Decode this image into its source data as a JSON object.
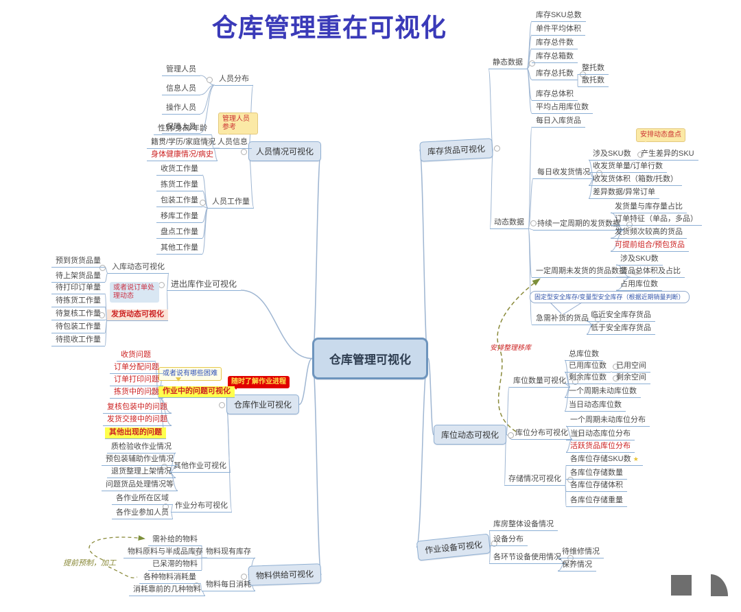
{
  "title": "仓库管理重在可视化",
  "map": {
    "center": "仓库管理可视化",
    "personnel": {
      "label": "人员情况可视化",
      "note": "管理人员参考",
      "distribution": {
        "label": "人员分布",
        "items": [
          "管理人员",
          "信息人员",
          "操作人员",
          "保障人员"
        ]
      },
      "info": {
        "label": "人员信息",
        "items": [
          "性别/身高/年龄",
          "籍贯/学历/家庭情况",
          "身体健康情况/病史"
        ]
      },
      "workload": {
        "label": "人员工作量",
        "items": [
          "收货工作量",
          "拣货工作量",
          "包装工作量",
          "移库工作量",
          "盘点工作量",
          "其他工作量"
        ]
      }
    },
    "inout": {
      "label": "进出库作业可视化",
      "note": "或者说订单处理动态",
      "inbound": {
        "label": "入库动态可视化",
        "items": [
          "预到货货品量",
          "待上架货品量"
        ]
      },
      "outbound": {
        "label": "发货动态可视化",
        "items": [
          "待打印订单量",
          "待拣货工作量",
          "待复核工作量",
          "待包装工作量",
          "待揽收工作量"
        ]
      }
    },
    "operations": {
      "label": "仓库作业可视化",
      "note": "随时了解作业进程",
      "problems": {
        "label": "作业中的问题可视化",
        "note": "或者说有哪些困难",
        "items": [
          "收货问题",
          "订单分配问题",
          "订单打印问题",
          "拣货中的问题",
          "复核包装中的问题",
          "发货交接中的问题",
          "其他出现的问题"
        ]
      },
      "others": {
        "label": "其他作业可视化",
        "items": [
          "质检验收作业情况",
          "预包装辅助作业情况",
          "退货整理上架情况",
          "问题货品处理情况等"
        ]
      },
      "distribution": {
        "label": "作业分布可视化",
        "items": [
          "各作业所在区域",
          "各作业参加人员"
        ]
      }
    },
    "materials": {
      "label": "物料供给可视化",
      "annotation": "提前预制，加工",
      "stock": {
        "label": "物料现有库存",
        "items": [
          "需补给的物料",
          "物料原料与半成品库存",
          "已呆滞的物料"
        ]
      },
      "daily": {
        "label": "物料每日消耗",
        "items": [
          "各种物料消耗量",
          "消耗靠前的几种物料"
        ]
      }
    },
    "inventory": {
      "label": "库存货品可视化",
      "static": {
        "label": "静态数据",
        "items": [
          "库存SKU总数",
          "单件平均体积",
          "库存总件数",
          "库存总箱数",
          "库存总托数",
          "库存总体积",
          "平均占用库位数"
        ],
        "pallets": [
          "整托数",
          "散托数"
        ]
      },
      "dynamic": {
        "label": "动态数据",
        "daily_in": "每日入库货品",
        "daily_inout": {
          "label": "每日收发货情况",
          "sku": "涉及SKU数",
          "sku_diff": "产生差异的SKU",
          "note": "安排动态盘点",
          "items": [
            "收发货单量/订单行数",
            "收发货体积（箱数/托数）",
            "差异数据/异常订单"
          ]
        },
        "period_ship": {
          "label": "持续一定周期的发货数据",
          "items": [
            "发货量与库存量占比",
            "订单特征（单品，多品）",
            "发货频次较高的货品",
            "可提前组合/预包货品"
          ]
        },
        "period_unship": {
          "label": "一定周期未发货的货品数据",
          "items": [
            "涉及SKU数",
            "货品总体积及占比",
            "占用库位数"
          ]
        },
        "note_safety": "固定型安全库存/变量型安全库存（根据近期销量判断）",
        "replenish": {
          "label": "急需补货的货品",
          "items": [
            "临近安全库存货品",
            "低于安全库存货品"
          ]
        }
      }
    },
    "location": {
      "label": "库位动态可视化",
      "annotation": "安排整理移库",
      "quantity": {
        "label": "库位数量可视化",
        "used_space": "已用空间",
        "free_space": "剩余空间",
        "items": [
          "总库位数",
          "已用库位数",
          "剩余库位数",
          "一个周期未动库位数",
          "当日动态库位数"
        ]
      },
      "distribution": {
        "label": "库位分布可视化",
        "items": [
          "一个周期未动库位分布",
          "当日动态库位分布",
          "活跃货品库位分布"
        ]
      },
      "storage": {
        "label": "存储情况可视化",
        "items": [
          "各库位存储SKU数",
          "各库位存储数量",
          "各库位存储体积",
          "各库位存储重量"
        ]
      }
    },
    "equipment": {
      "label": "作业设备可视化",
      "items": [
        "库房整体设备情况",
        "设备分布",
        "各环节设备使用情况"
      ],
      "usage": [
        "待维修情况",
        "保养情况"
      ]
    }
  },
  "icons": {
    "storage_sku_marker": "star-icon"
  },
  "colors": {
    "title": "#3a3ab8",
    "connector": "#9fb6d2",
    "box_fill": "#dbe5f1",
    "box_border": "#8fafd2",
    "center_fill": "#c9daec",
    "center_border": "#6d94bd",
    "red_text": "#cc2222",
    "yellow_highlight": "#ffff4d",
    "callout_bg": "#fbe9a6",
    "red_note_bg": "#e00000",
    "red_note_text": "#ffe14d",
    "blue_note_bg": "#d9e7f3",
    "arrow_olive": "#8a8a3a",
    "logo_grey": "#6e6e6e"
  }
}
